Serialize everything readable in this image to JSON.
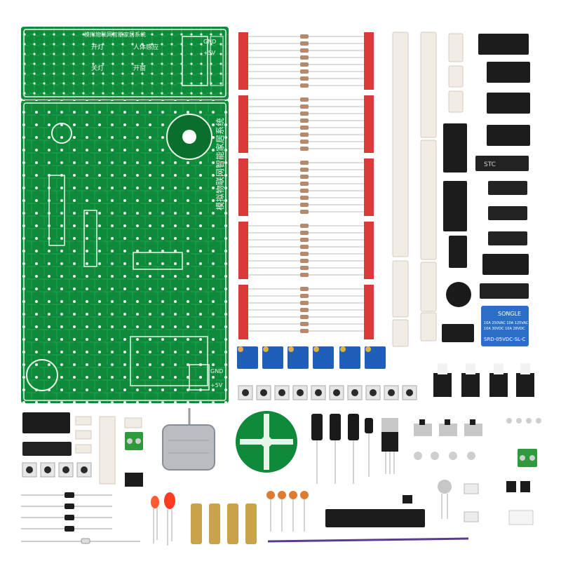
{
  "pcb": {
    "title_cn": "模拟物联网智能家居系统",
    "board_top_label": "模拟物联网智能家居系统",
    "mode_labels": [
      "开灯",
      "人体感应",
      "关灯",
      "开窗"
    ],
    "conn_labels": [
      "GND",
      "+5V"
    ],
    "relay_brand": "SONGLE",
    "relay_model": "SRD-05VDC-SL-C",
    "relay_rating_1": "10A 250VAC  10A 125VAC",
    "relay_rating_2": "10A 30VDC   10A 28VDC",
    "ic_marking": "STC"
  },
  "colors": {
    "pcb_green": "#0f8a3a",
    "pcb_dark": "#0a6f2d",
    "silkscreen": "#e8f5e9",
    "resistor_tape": "#d93a3a",
    "pot_blue": "#1f5fb8",
    "header_white": "#f1ece4",
    "ic_black": "#1c1c1c",
    "relay_blue": "#2b6fc7",
    "brass": "#c9a24a",
    "terminal_green": "#2f9a3c"
  },
  "icons": [
    "pcb-board",
    "resistor-strip",
    "dip-socket",
    "ic-chip",
    "potentiometer",
    "tact-switch",
    "push-switch",
    "dc-motor",
    "encoder-disk",
    "capacitor",
    "led",
    "buzzer",
    "relay",
    "terminal-block",
    "brass-standoff",
    "screw",
    "diode",
    "wire"
  ]
}
